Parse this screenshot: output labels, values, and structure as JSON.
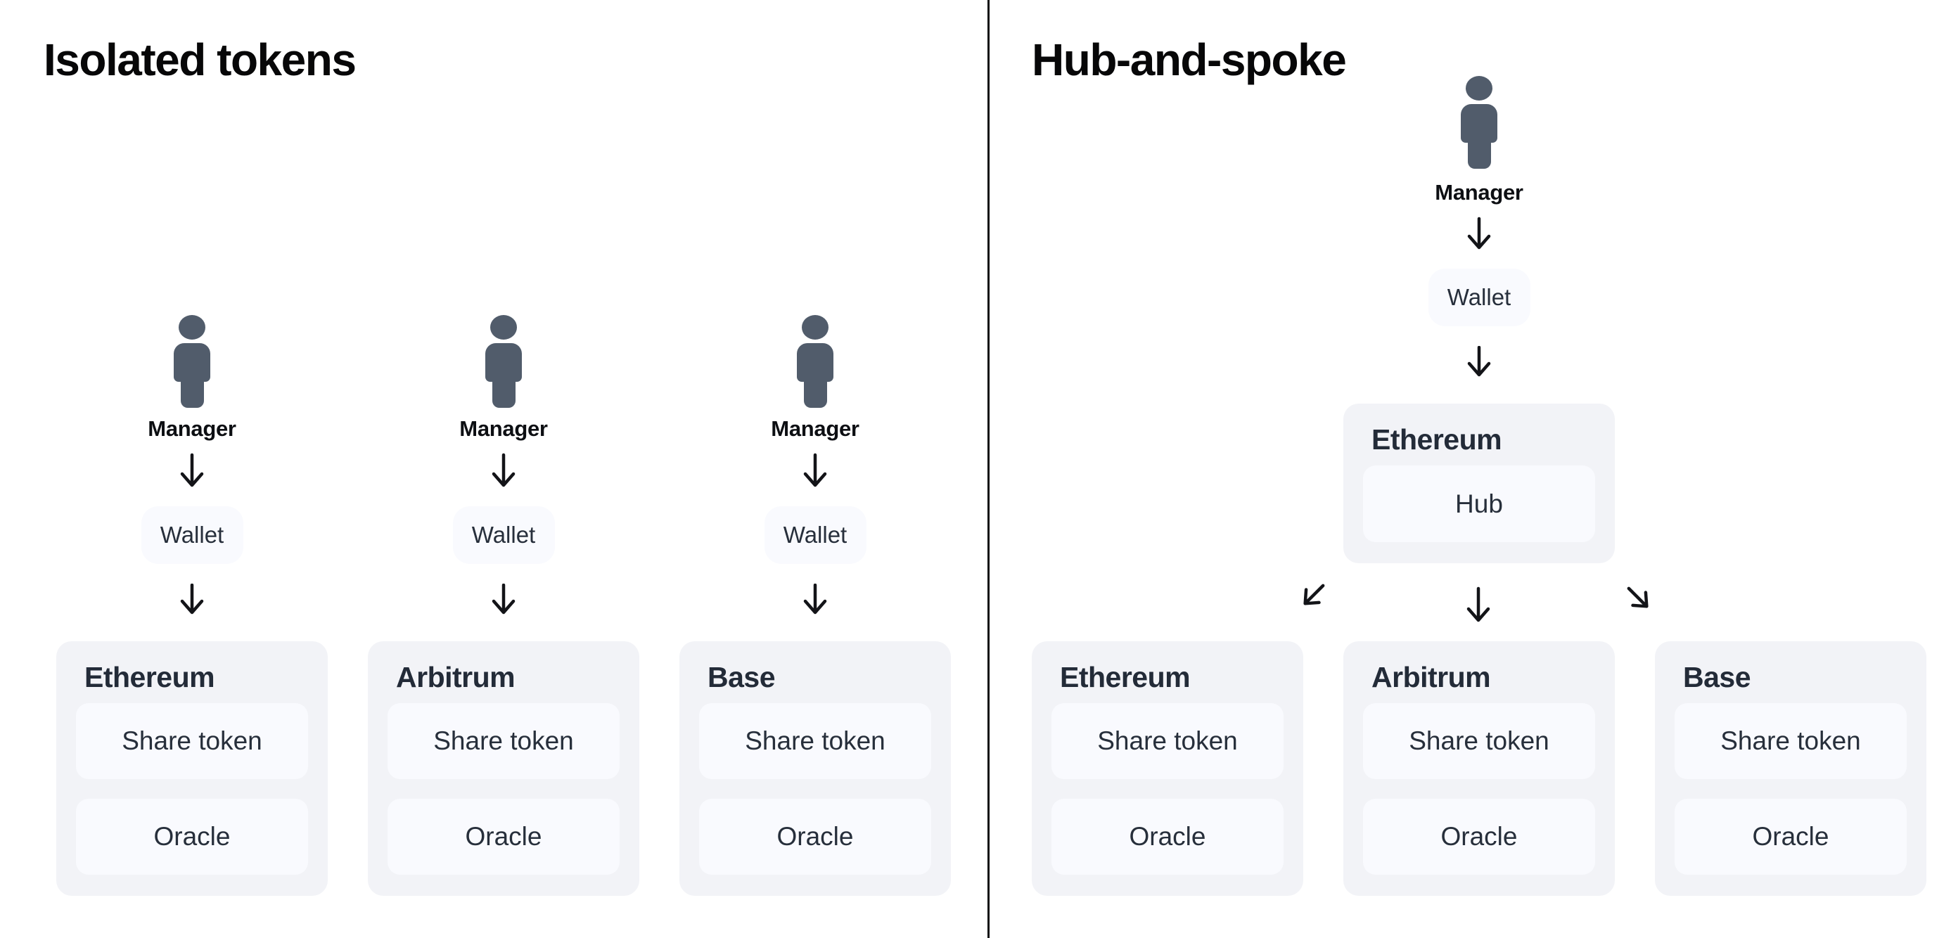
{
  "colors": {
    "background": "#ffffff",
    "divider": "#0d0e10",
    "card_bg": "#f2f3f7",
    "slot_bg": "#f9fafe",
    "person_icon": "#515c6b",
    "arrow": "#131418",
    "title_text": "#070708",
    "chain_heading_text": "#232b38",
    "slot_text": "#272f3b",
    "manager_text": "#0d0f13"
  },
  "left_panel": {
    "title": "Isolated tokens",
    "columns": [
      {
        "manager": "Manager",
        "wallet": "Wallet",
        "chain": "Ethereum",
        "slots": [
          "Share token",
          "Oracle"
        ]
      },
      {
        "manager": "Manager",
        "wallet": "Wallet",
        "chain": "Arbitrum",
        "slots": [
          "Share token",
          "Oracle"
        ]
      },
      {
        "manager": "Manager",
        "wallet": "Wallet",
        "chain": "Base",
        "slots": [
          "Share token",
          "Oracle"
        ]
      }
    ]
  },
  "right_panel": {
    "title": "Hub-and-spoke",
    "manager": "Manager",
    "wallet": "Wallet",
    "hub_card": {
      "chain": "Ethereum",
      "slot": "Hub"
    },
    "spoke_cards": [
      {
        "chain": "Ethereum",
        "slots": [
          "Share token",
          "Oracle"
        ]
      },
      {
        "chain": "Arbitrum",
        "slots": [
          "Share token",
          "Oracle"
        ]
      },
      {
        "chain": "Base",
        "slots": [
          "Share token",
          "Oracle"
        ]
      }
    ]
  }
}
